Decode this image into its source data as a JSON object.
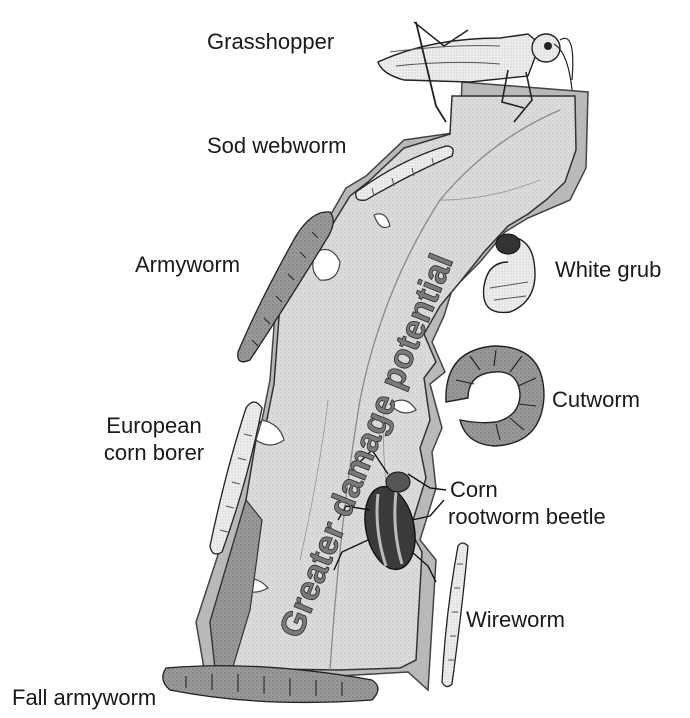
{
  "diagram": {
    "center_text": "Greater damage potential",
    "pests": [
      {
        "id": "grasshopper",
        "label": "Grasshopper"
      },
      {
        "id": "sod-webworm",
        "label": "Sod webworm"
      },
      {
        "id": "armyworm",
        "label": "Armyworm"
      },
      {
        "id": "white-grub",
        "label": "White grub"
      },
      {
        "id": "cutworm",
        "label": "Cutworm"
      },
      {
        "id": "european-corn-borer",
        "label": "European corn borer",
        "line1": "European",
        "line2": "corn borer"
      },
      {
        "id": "corn-rootworm-beetle",
        "label": "Corn rootworm beetle",
        "line1": "Corn",
        "line2": "rootworm beetle"
      },
      {
        "id": "wireworm",
        "label": "Wireworm"
      },
      {
        "id": "fall-armyworm",
        "label": "Fall armyworm"
      }
    ]
  }
}
